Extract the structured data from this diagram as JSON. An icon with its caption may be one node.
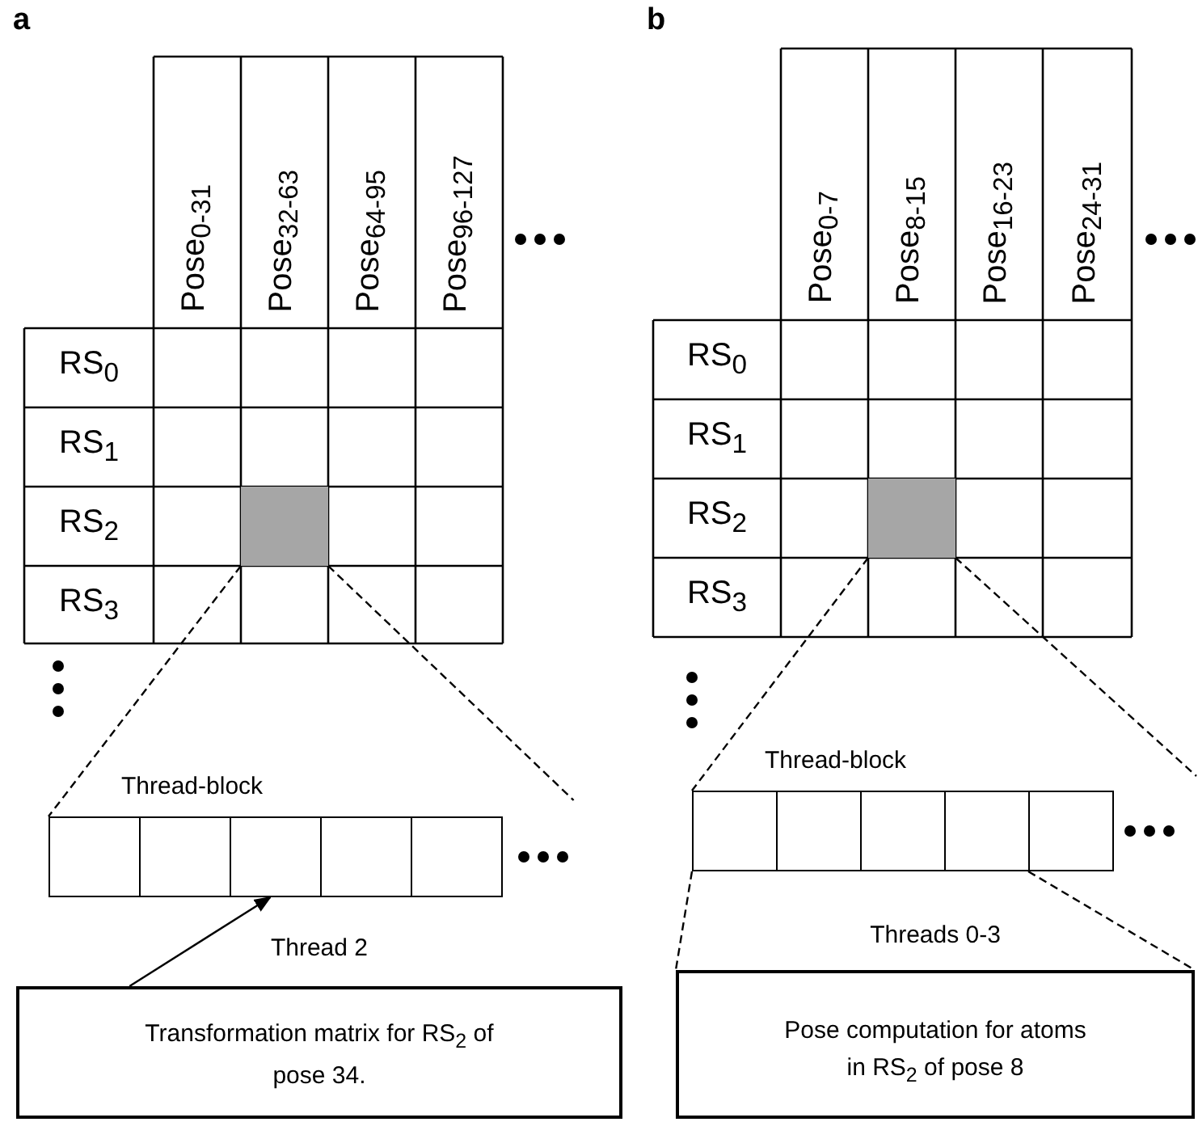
{
  "diagram": {
    "nodes": [
      {
        "text": [],
        "shape": "box"
      },
      {
        "text": [
          "Thread-block"
        ]
      },
      {
        "text": [],
        "shape": "box",
        "in": 1
      },
      {
        "text": [],
        "shape": "box",
        "in": 1
      },
      {
        "text": [],
        "shape": "box",
        "in": 1
      },
      {
        "text": [],
        "shape": "box",
        "in": 1
      },
      {
        "text": [],
        "shape": "box",
        "in": 1
      },
      {
        "text": [
          "Thread 2",
          "Transformation matrix for RS$_{2}$ of pose 34."
        ]
      },
      {
        "text": [],
        "shape": "box"
      },
      {
        "text": [
          "Thread-block"
        ]
      },
      {
        "text": [],
        "shape": "box",
        "in": 9
      },
      {
        "text": [],
        "shape": "box",
        "in": 9
      },
      {
        "text": [],
        "shape": "box",
        "in": 9
      },
      {
        "text": [],
        "shape": "box",
        "in": 9
      },
      {
        "text": [],
        "shape": "box",
        "in": 9
      },
      {
        "text": [
          "Threads 0-3",
          "Pose computation for atoms in RS$_{2}$ of pose 8"
        ]
      }
    ],
    "edges": [
      {
        "from": 0,
        "to": 1,
        "arrow": "none",
        "style": "dashed"
      },
      {
        "from": 0,
        "to": 1,
        "arrow": "none",
        "style": "dashed"
      },
      {
        "from": 7,
        "to": 4,
        "arrow": "to"
      },
      {
        "from": 8,
        "to": 9,
        "arrow": "none",
        "style": "dashed"
      },
      {
        "from": 8,
        "to": 9,
        "arrow": "none",
        "style": "dashed"
      },
      {
        "from": 9,
        "to": 15,
        "arrow": "none",
        "style": "dashed"
      },
      {
        "from": 9,
        "to": 15,
        "arrow": "none",
        "style": "dashed"
      }
    ],
    "labels": [
      "a",
      "Pose$_{0-31}$",
      "Pose$_{32-63}$",
      "Pose$_{64-95}$",
      "Pose$_{96-127}$",
      "RS$_{0}$",
      "RS$_{1}$",
      "RS$_{2}$",
      "RS$_{3}$",
      "b",
      "Pose$_{0-7}$",
      "Pose$_{8-15}$",
      "Pose$_{16-23}$",
      "Pose$_{24-31}$",
      "RS$_{0}$",
      "RS$_{1}$",
      "RS$_{2}$",
      "RS$_{3}$"
    ]
  }
}
